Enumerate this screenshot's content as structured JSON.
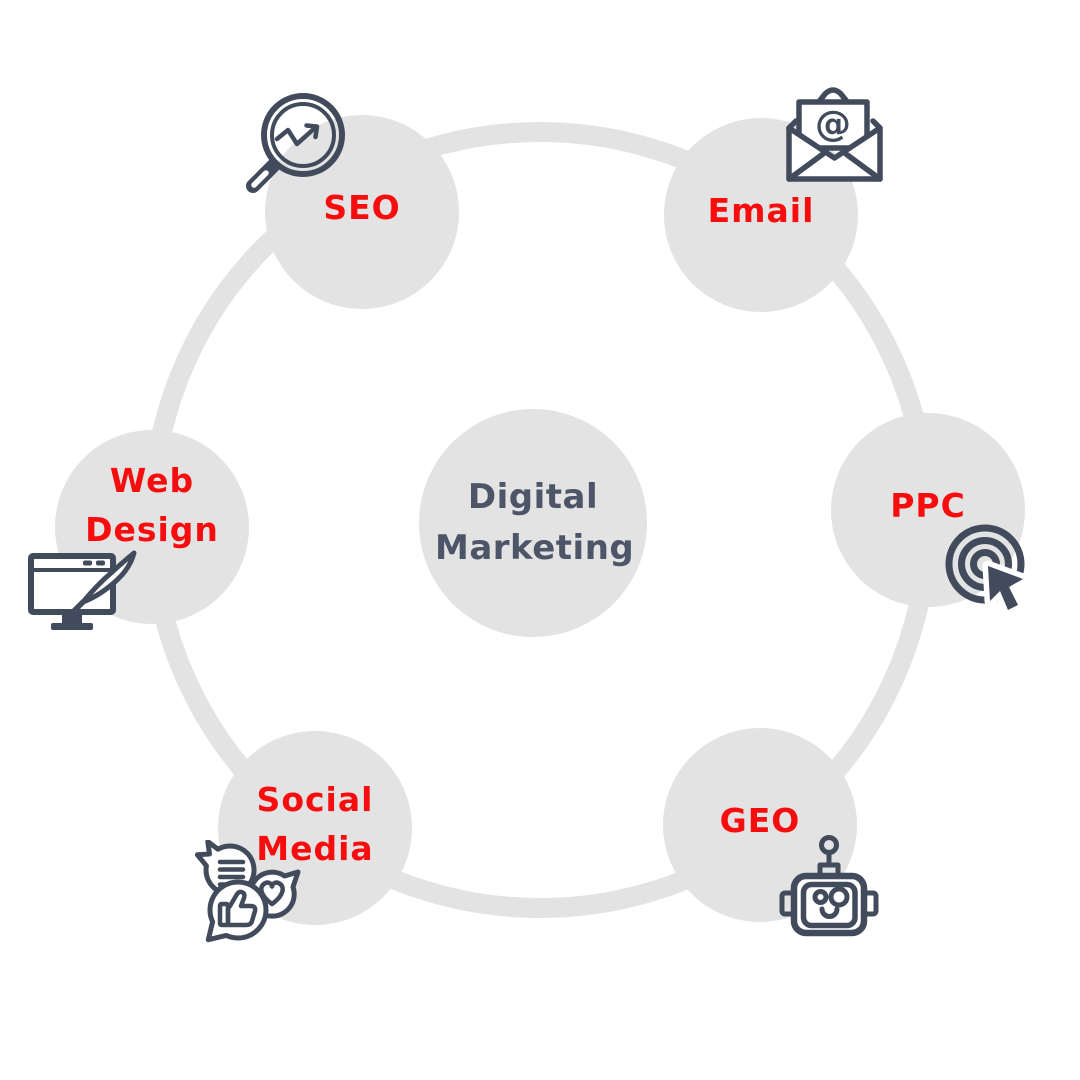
{
  "center": {
    "label": "Digital Marketing"
  },
  "nodes": [
    {
      "id": "seo",
      "label": "SEO",
      "icon": "magnifier-trend-arrow-icon"
    },
    {
      "id": "email",
      "label": "Email",
      "icon": "open-envelope-at-symbol-icon"
    },
    {
      "id": "ppc",
      "label": "PPC",
      "icon": "target-click-cursor-icon"
    },
    {
      "id": "geo",
      "label": "GEO",
      "icon": "robot-head-icon"
    },
    {
      "id": "social-media",
      "label": "Social Media",
      "icon": "chat-bubbles-like-heart-icon"
    },
    {
      "id": "web-design",
      "label": "Web Design",
      "icon": "monitor-pen-icon"
    }
  ],
  "glyphs": {
    "email_at": "@"
  },
  "colors": {
    "node_fill": "#e3e3e3",
    "ring_stroke": "#e3e3e3",
    "label_red": "#f70d0d",
    "center_text": "#4d5668",
    "icon_stroke": "#414b5c"
  }
}
